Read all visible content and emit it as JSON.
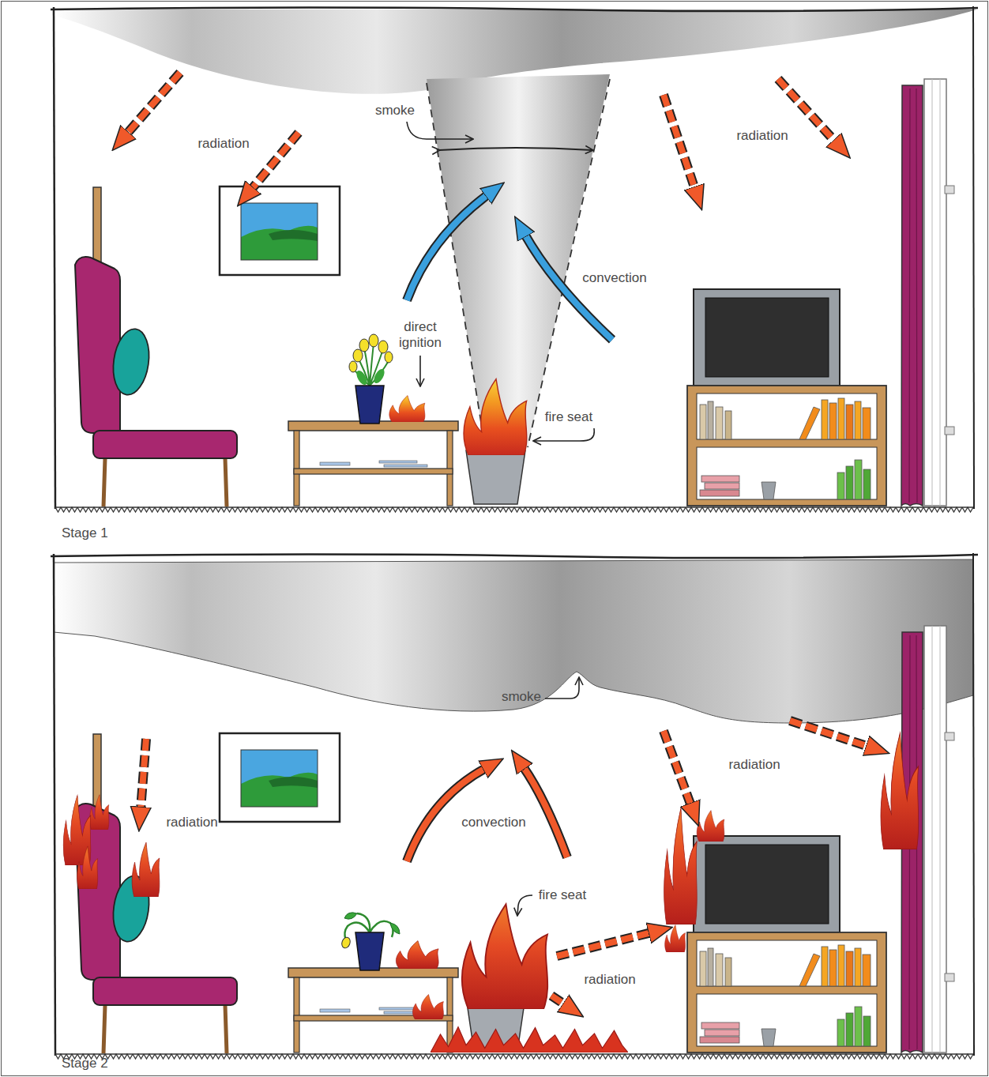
{
  "diagram": {
    "labels": [
      "smoke",
      "radiation",
      "radiation",
      "convection",
      "direct ignition",
      "fire seat",
      "Stage 1",
      "smoke",
      "radiation",
      "radiation",
      "convection",
      "fire seat",
      "radiation",
      "Stage 2"
    ]
  }
}
